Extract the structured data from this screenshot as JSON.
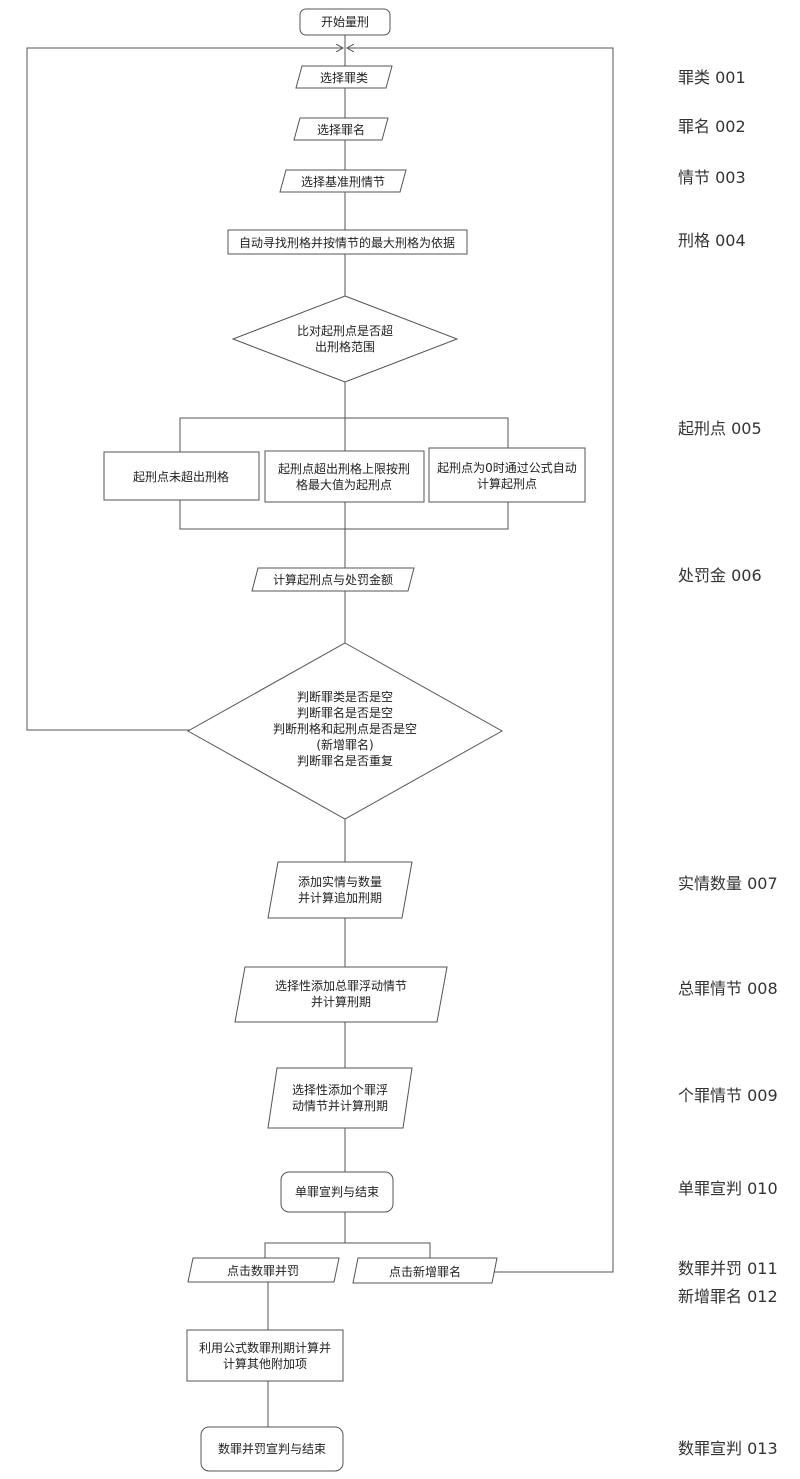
{
  "nodes": {
    "start": "开始量刑",
    "select_category": "选择罪类",
    "select_name": "选择罪名",
    "select_circumstance": "选择基准刑情节",
    "auto_find": "自动寻找刑格并按情节的最大刑格为依据",
    "compare": [
      "比对起刑点是否超",
      "出刑格范围"
    ],
    "branch_not_exceed": "起刑点未超出刑格",
    "branch_exceed": [
      "起刑点超出刑格上限按刑",
      "格最大值为起刑点"
    ],
    "branch_formula": [
      "起刑点为0时通过公式自动",
      "计算起刑点"
    ],
    "calc_fine": "计算起刑点与处罚金额",
    "judge": [
      "判断罪类是否是空",
      "判断罪名是否是空",
      "判断刑格和起刑点是否是空",
      "(新增罪名)",
      "判断罪名是否重复"
    ],
    "add_facts": [
      "添加实情与数量",
      "并计算追加刑期"
    ],
    "add_total": [
      "选择性添加总罪浮动情节",
      "并计算刑期"
    ],
    "add_individual": [
      "选择性添加个罪浮",
      "动情节并计算刑期"
    ],
    "single_verdict": "单罪宣判与结束",
    "click_combined": "点击数罪并罚",
    "click_new": "点击新增罪名",
    "formula_calc": [
      "利用公式数罪刑期计算并",
      "计算其他附加项"
    ],
    "combined_verdict": "数罪并罚宣判与结束"
  },
  "side_labels": {
    "l001": "罪类 001",
    "l002": "罪名 002",
    "l003": "情节 003",
    "l004": "刑格 004",
    "l005": "起刑点 005",
    "l006": "处罚金 006",
    "l007": "实情数量 007",
    "l008": "总罪情节 008",
    "l009": "个罪情节 009",
    "l010": "单罪宣判 010",
    "l011": "数罪并罚 011",
    "l012": "新增罪名 012",
    "l013": "数罪宣判 013"
  }
}
